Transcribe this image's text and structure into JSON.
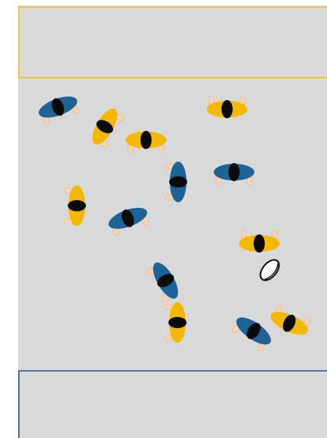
{
  "colors": {
    "pitch": "#d9d9d9",
    "page_background": "#ffffff",
    "top_in_goal_border": "#f2c12e",
    "bottom_in_goal_border": "#3a6f98",
    "team_yellow": "#f5b800",
    "team_blue": "#1e6396",
    "head": "#0b0b0b",
    "hands": "#f7d3b5",
    "hands_outline": "#e2ad85",
    "ball_fill": "#ffffff",
    "ball_outline": "#111111"
  },
  "players": [
    {
      "team": "blue"
    },
    {
      "team": "yellow"
    },
    {
      "team": "yellow"
    },
    {
      "team": "blue"
    },
    {
      "team": "yellow"
    },
    {
      "team": "blue"
    },
    {
      "team": "yellow"
    },
    {
      "team": "blue"
    },
    {
      "team": "yellow"
    },
    {
      "team": "blue"
    },
    {
      "team": "yellow"
    },
    {
      "team": "blue"
    },
    {
      "team": "yellow"
    }
  ],
  "ball": {
    "icon": "rugby-ball-icon"
  }
}
